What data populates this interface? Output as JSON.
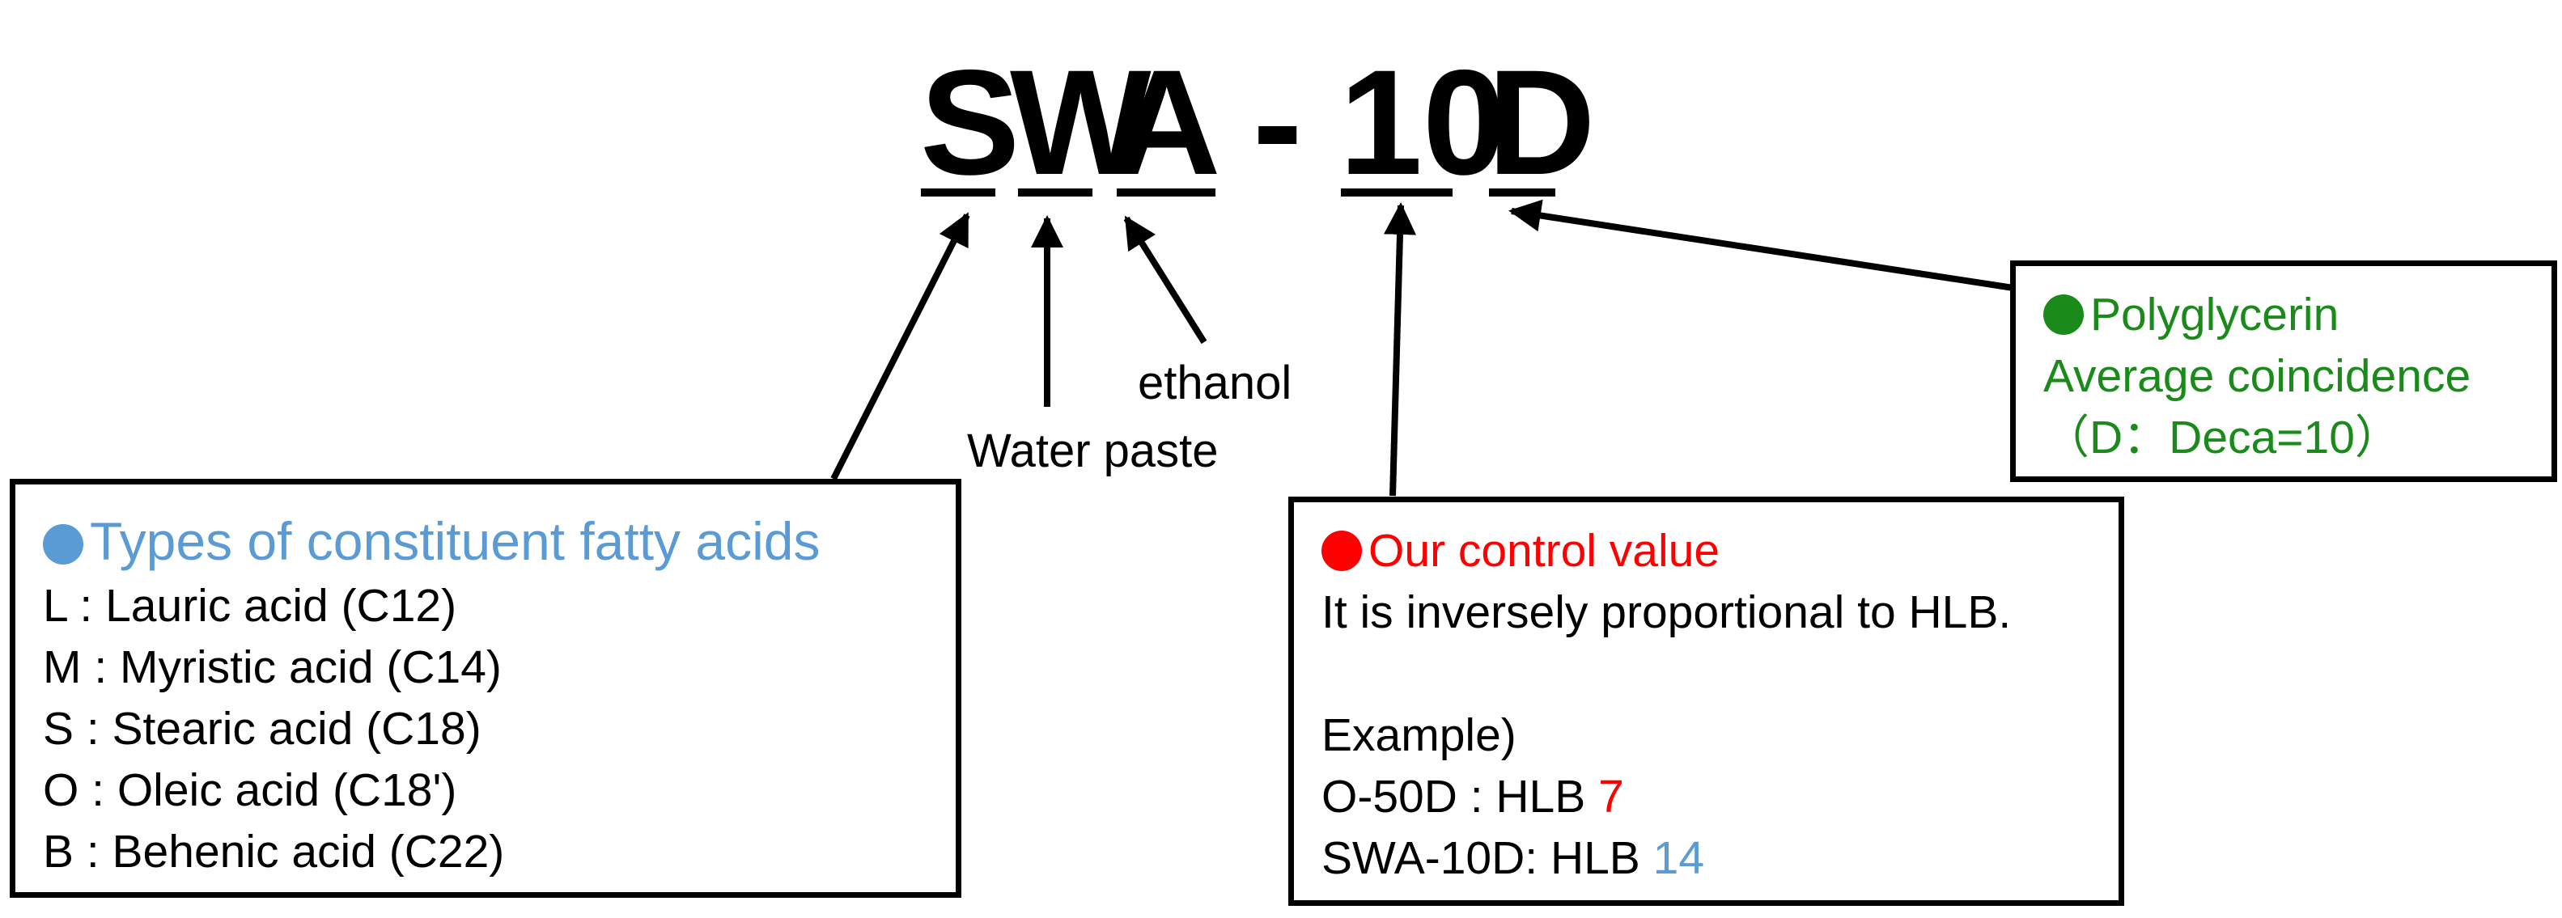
{
  "code": {
    "letters": [
      "S",
      "W",
      "A"
    ],
    "dash": "-",
    "number": "10",
    "suffix": "D"
  },
  "labels": {
    "ethanol": "ethanol",
    "water_paste": "Water paste"
  },
  "fatty_acids": {
    "heading": "Types of constituent fatty acids",
    "items": [
      "L : Lauric acid (C12)",
      "M : Myristic acid (C14)",
      "S : Stearic acid (C18)",
      "O : Oleic acid (C18')",
      "B : Behenic acid (C22)"
    ]
  },
  "control": {
    "heading": "Our control value",
    "line1": "It is inversely proportional to HLB.",
    "example_label": "Example)",
    "ex1_prefix": "O-50D : HLB ",
    "ex1_value": "7",
    "ex2_prefix": "SWA-10D: HLB ",
    "ex2_value": "14"
  },
  "polyglycerin": {
    "heading": "Polyglycerin",
    "line2": "Average coincidence",
    "line3": "（D：Deca=10）"
  },
  "colors": {
    "blue": "#5b9bd5",
    "red": "#ff0000",
    "green": "#1a8a1a",
    "black": "#000000"
  }
}
